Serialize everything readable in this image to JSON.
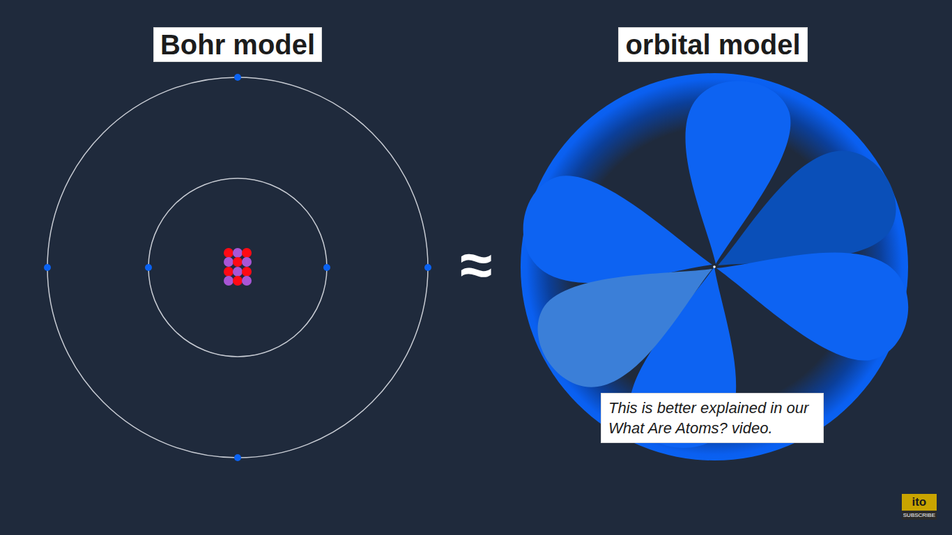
{
  "diagram": {
    "nodes": [
      {
        "text": [
          "Bohr model"
        ]
      },
      {
        "text": [
          "orbital model"
        ]
      },
      {
        "text": [
          "This is better explained in our What Are Atoms? video."
        ]
      },
      {
        "text": [
          "ito",
          "SUBSCRIBE"
        ]
      }
    ],
    "labels": [
      "≈"
    ]
  }
}
